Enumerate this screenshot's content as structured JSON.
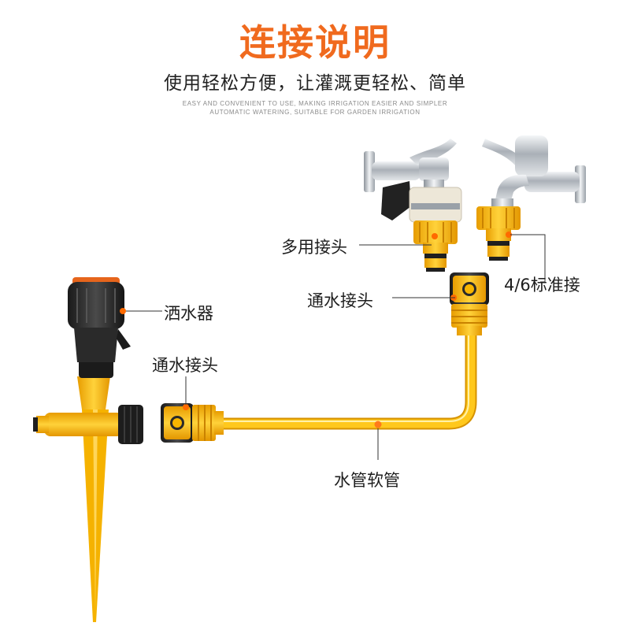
{
  "header": {
    "title": "连接说明",
    "subtitle": "使用轻松方便，让灌溉更轻松、简单",
    "english_line1": "EASY AND CONVENIENT TO USE, MAKING IRRIGATION EASIER AND SIMPLER",
    "english_line2": "AUTOMATIC WATERING, SUITABLE FOR GARDEN IRRIGATION"
  },
  "labels": {
    "multi_adapter": "多用接头",
    "standard_adapter": "4/6标准接",
    "quick_connector_right": "通水接头",
    "sprinkler": "洒水器",
    "quick_connector_left": "通水接头",
    "hose": "水管软管"
  },
  "colors": {
    "title": "#f06a1e",
    "accent_dot": "#ff7a1a",
    "yellow": "#f7b500",
    "dark": "#2b2b2b",
    "chrome": "#b9bec4"
  }
}
